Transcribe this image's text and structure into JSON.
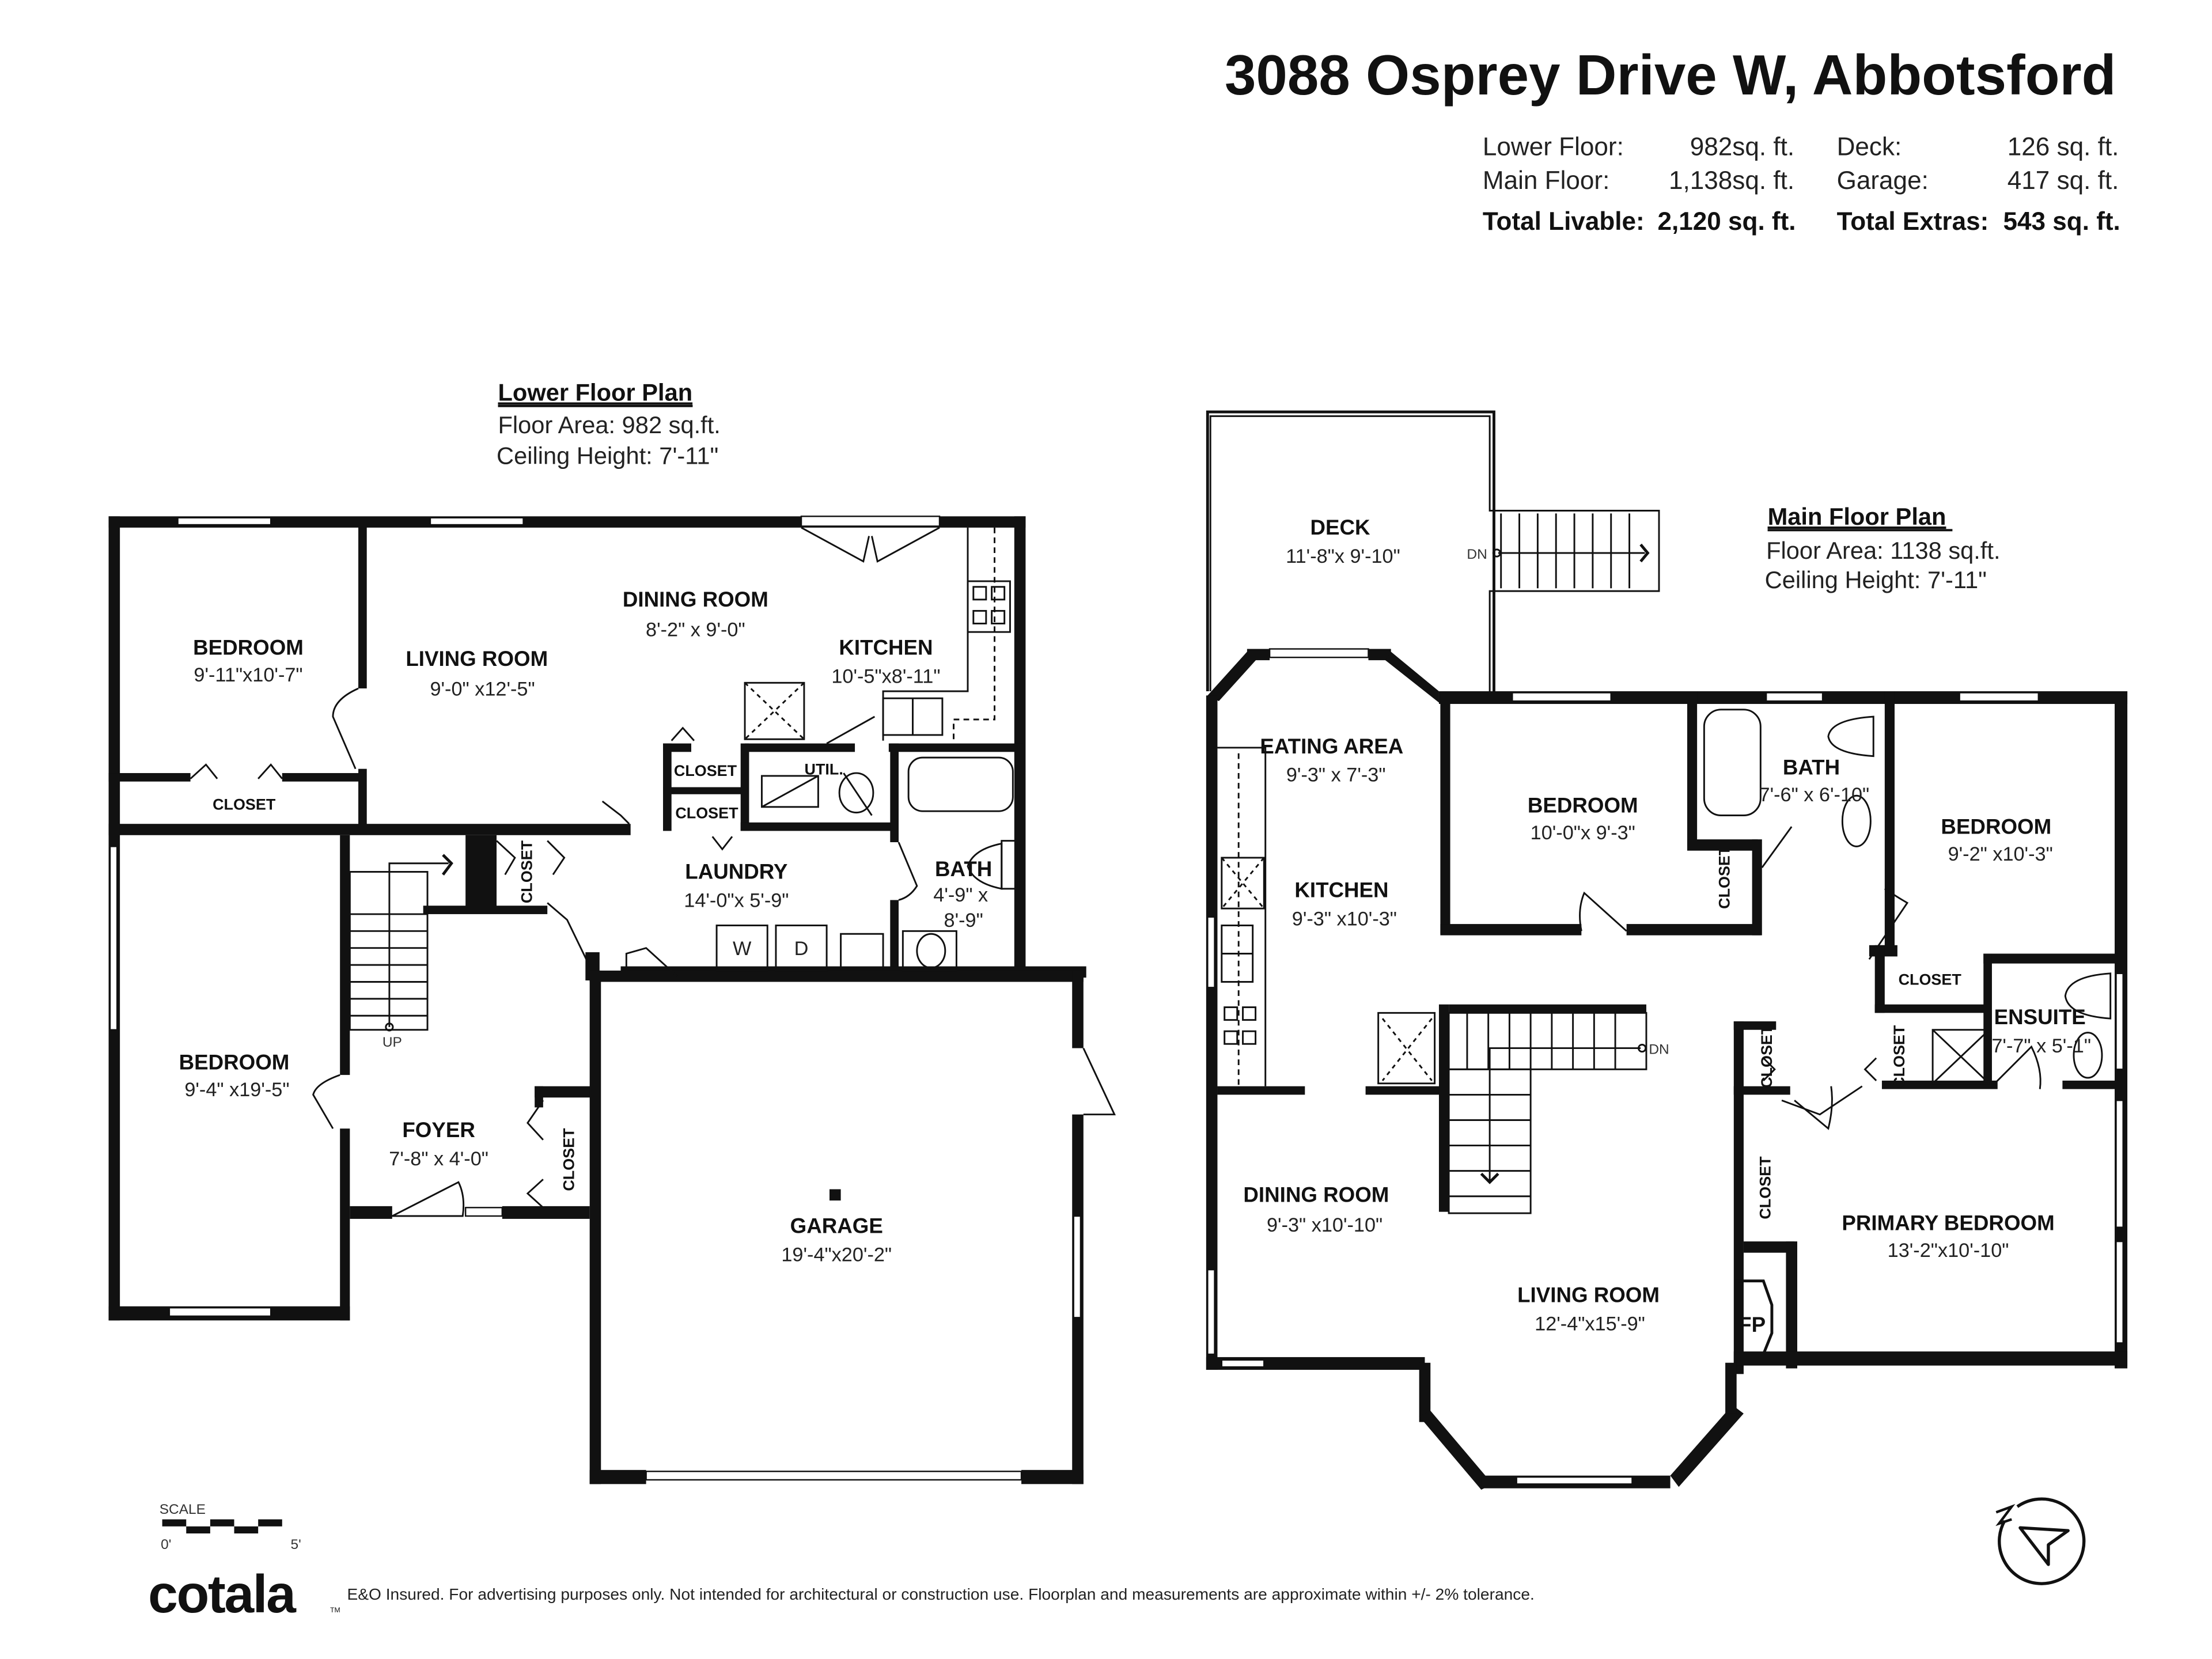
{
  "header": {
    "address": "3088 Osprey Drive W, Abbotsford",
    "stats": {
      "lower_floor": {
        "label": "Lower Floor:",
        "value": "982sq. ft."
      },
      "main_floor": {
        "label": "Main Floor:",
        "value": "1,138sq. ft."
      },
      "total_livable": {
        "label": "Total Livable:",
        "value": "2,120 sq. ft."
      },
      "deck": {
        "label": "Deck:",
        "value": "126 sq. ft."
      },
      "garage": {
        "label": "Garage:",
        "value": "417 sq. ft."
      },
      "total_extras": {
        "label": "Total Extras:",
        "value": "543 sq. ft."
      }
    }
  },
  "lower_plan": {
    "title": "Lower Floor Plan",
    "floor_area": "Floor Area: 982 sq.ft.",
    "ceiling_height": "Ceiling Height: 7'-11\"",
    "rooms": {
      "bedroom1": {
        "name": "BEDROOM",
        "dims": "9'-11\"x10'-7\""
      },
      "living": {
        "name": "LIVING ROOM",
        "dims": "9'-0\" x12'-5\""
      },
      "dining": {
        "name": "DINING ROOM",
        "dims": "8'-2\" x 9'-0\""
      },
      "kitchen": {
        "name": "KITCHEN",
        "dims": "10'-5\"x8'-11\""
      },
      "closet_bed1": {
        "name": "CLOSET"
      },
      "closet_a": {
        "name": "CLOSET"
      },
      "closet_b": {
        "name": "CLOSET"
      },
      "util": {
        "name": "UTIL."
      },
      "laundry": {
        "name": "LAUNDRY",
        "dims": "14'-0\"x 5'-9\""
      },
      "bath": {
        "name": "BATH",
        "dims_line1": "4'-9\" x",
        "dims_line2": "8'-9\""
      },
      "closet_stair": {
        "name": "CLOSET"
      },
      "bedroom2": {
        "name": "BEDROOM",
        "dims": "9'-4\" x19'-5\""
      },
      "foyer": {
        "name": "FOYER",
        "dims": "7'-8\" x 4'-0\""
      },
      "closet_foyer": {
        "name": "CLOSET"
      },
      "garage": {
        "name": "GARAGE",
        "dims": "19'-4\"x20'-2\""
      }
    },
    "fixtures": {
      "washer": "W",
      "dryer": "D",
      "stairs_up": "UP"
    }
  },
  "main_plan": {
    "title": "Main Floor Plan",
    "floor_area": "Floor Area: 1138 sq.ft.",
    "ceiling_height": "Ceiling Height: 7'-11\"",
    "rooms": {
      "deck": {
        "name": "DECK",
        "dims": "11'-8\"x 9'-10\""
      },
      "eating": {
        "name": "EATING AREA",
        "dims": "9'-3\" x 7'-3\""
      },
      "kitchen": {
        "name": "KITCHEN",
        "dims": "9'-3\" x10'-3\""
      },
      "bedroom1": {
        "name": "BEDROOM",
        "dims": "10'-0\"x 9'-3\""
      },
      "closet_bed1": {
        "name": "CLOSET"
      },
      "bath": {
        "name": "BATH",
        "dims": "7'-6\" x 6'-10\""
      },
      "bedroom2": {
        "name": "BEDROOM",
        "dims": "9'-2\" x10'-3\""
      },
      "closet_bed2": {
        "name": "CLOSET"
      },
      "ensuite": {
        "name": "ENSUITE",
        "dims": "7'-7\" x 5'-1\""
      },
      "closet_p1": {
        "name": "CLOSET"
      },
      "closet_p2": {
        "name": "CLOSET"
      },
      "closet_p3": {
        "name": "CLOSET"
      },
      "dining": {
        "name": "DINING ROOM",
        "dims": "9'-3\" x10'-10\""
      },
      "living": {
        "name": "LIVING ROOM",
        "dims": "12'-4\"x15'-9\""
      },
      "primary": {
        "name": "PRIMARY BEDROOM",
        "dims": "13'-2\"x10'-10\""
      },
      "fireplace": {
        "name": "FP"
      }
    },
    "fixtures": {
      "deck_stairs_dn": "DN",
      "stairs_dn": "DN"
    }
  },
  "footer": {
    "scale_label": "SCALE",
    "scale_start": "0'",
    "scale_end": "5'",
    "logo": "cotala",
    "logo_tm": "TM",
    "disclaimer": "E&O Insured. For advertising purposes only. Not intended for architectural or construction use. Floorplan and measurements are approximate within +/- 2% tolerance.",
    "compass_label": "N",
    "compass_icon": "north-arrow-icon"
  }
}
